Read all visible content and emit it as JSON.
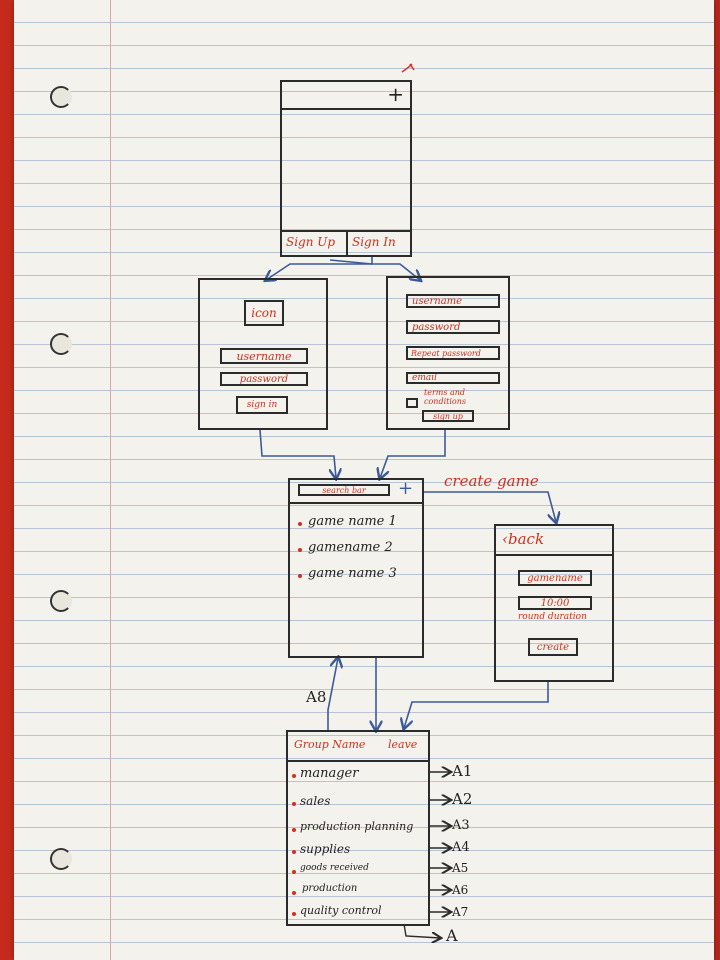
{
  "start_screen": {
    "plus": "+",
    "sign_up": "Sign Up",
    "sign_in": "Sign In"
  },
  "login_screen": {
    "icon": "icon",
    "username": "username",
    "password": "password",
    "sign_in": "sign in"
  },
  "signup_screen": {
    "username": "username",
    "password": "password",
    "repeat_password": "Repeat password",
    "email": "email",
    "terms": "terms and conditions",
    "sign_up": "sign up"
  },
  "game_list_screen": {
    "search": "search bar",
    "plus": "+",
    "games": [
      "game name 1",
      "gamename 2",
      "game name 3"
    ]
  },
  "create_game_label": "create game",
  "create_game_screen": {
    "back": "‹back",
    "gamename": "gamename",
    "duration_value": "10:00",
    "duration_label": "round duration",
    "create": "create"
  },
  "group_screen": {
    "group_name": "Group Name",
    "leave": "leave",
    "roles": [
      "manager",
      "sales",
      "production planning",
      "supplies",
      "goods received",
      "production",
      "quality control"
    ],
    "targets": [
      "A1",
      "A2",
      "A3",
      "A4",
      "A5",
      "A6",
      "A7"
    ],
    "extra_target": "A",
    "back_label": "A8"
  },
  "colors": {
    "ink": "#2b2b2b",
    "red_ink": "#d0301f",
    "blue_ink": "#3b5a99",
    "paper": "#f4f2ec"
  }
}
